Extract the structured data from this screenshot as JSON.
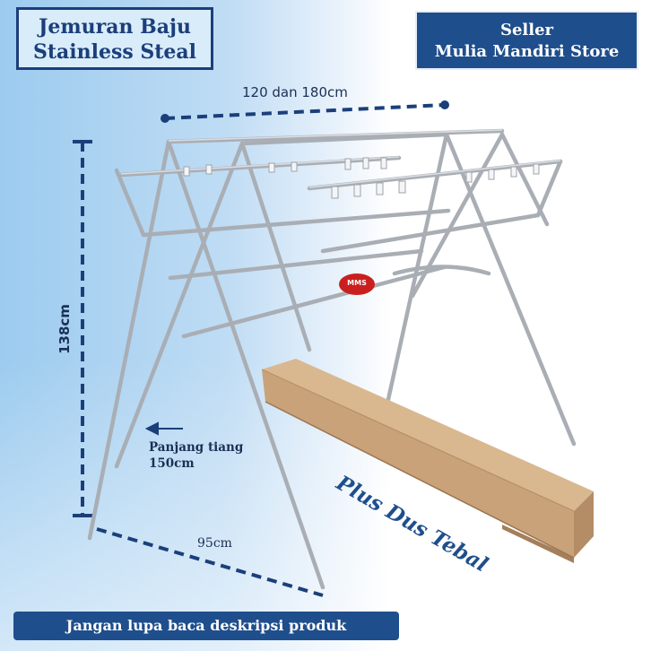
{
  "title": {
    "line1": "Jemuran Baju",
    "line2": "Stainless Steal"
  },
  "seller": {
    "line1": "Seller",
    "line2": "Mulia Mandiri Store"
  },
  "dimensions": {
    "width": "120 dan 180cm",
    "height": "138cm",
    "depth": "95cm",
    "pole_line1": "Panjang tiang",
    "pole_line2": "150cm"
  },
  "box_label": "Plus Dus Tebal",
  "logo": "MMS",
  "footer": "Jangan lupa baca deskripsi produk",
  "colors": {
    "navy": "#1f4e8c",
    "cardboard": "#c9a27a",
    "steel": "#b8bcc2"
  }
}
